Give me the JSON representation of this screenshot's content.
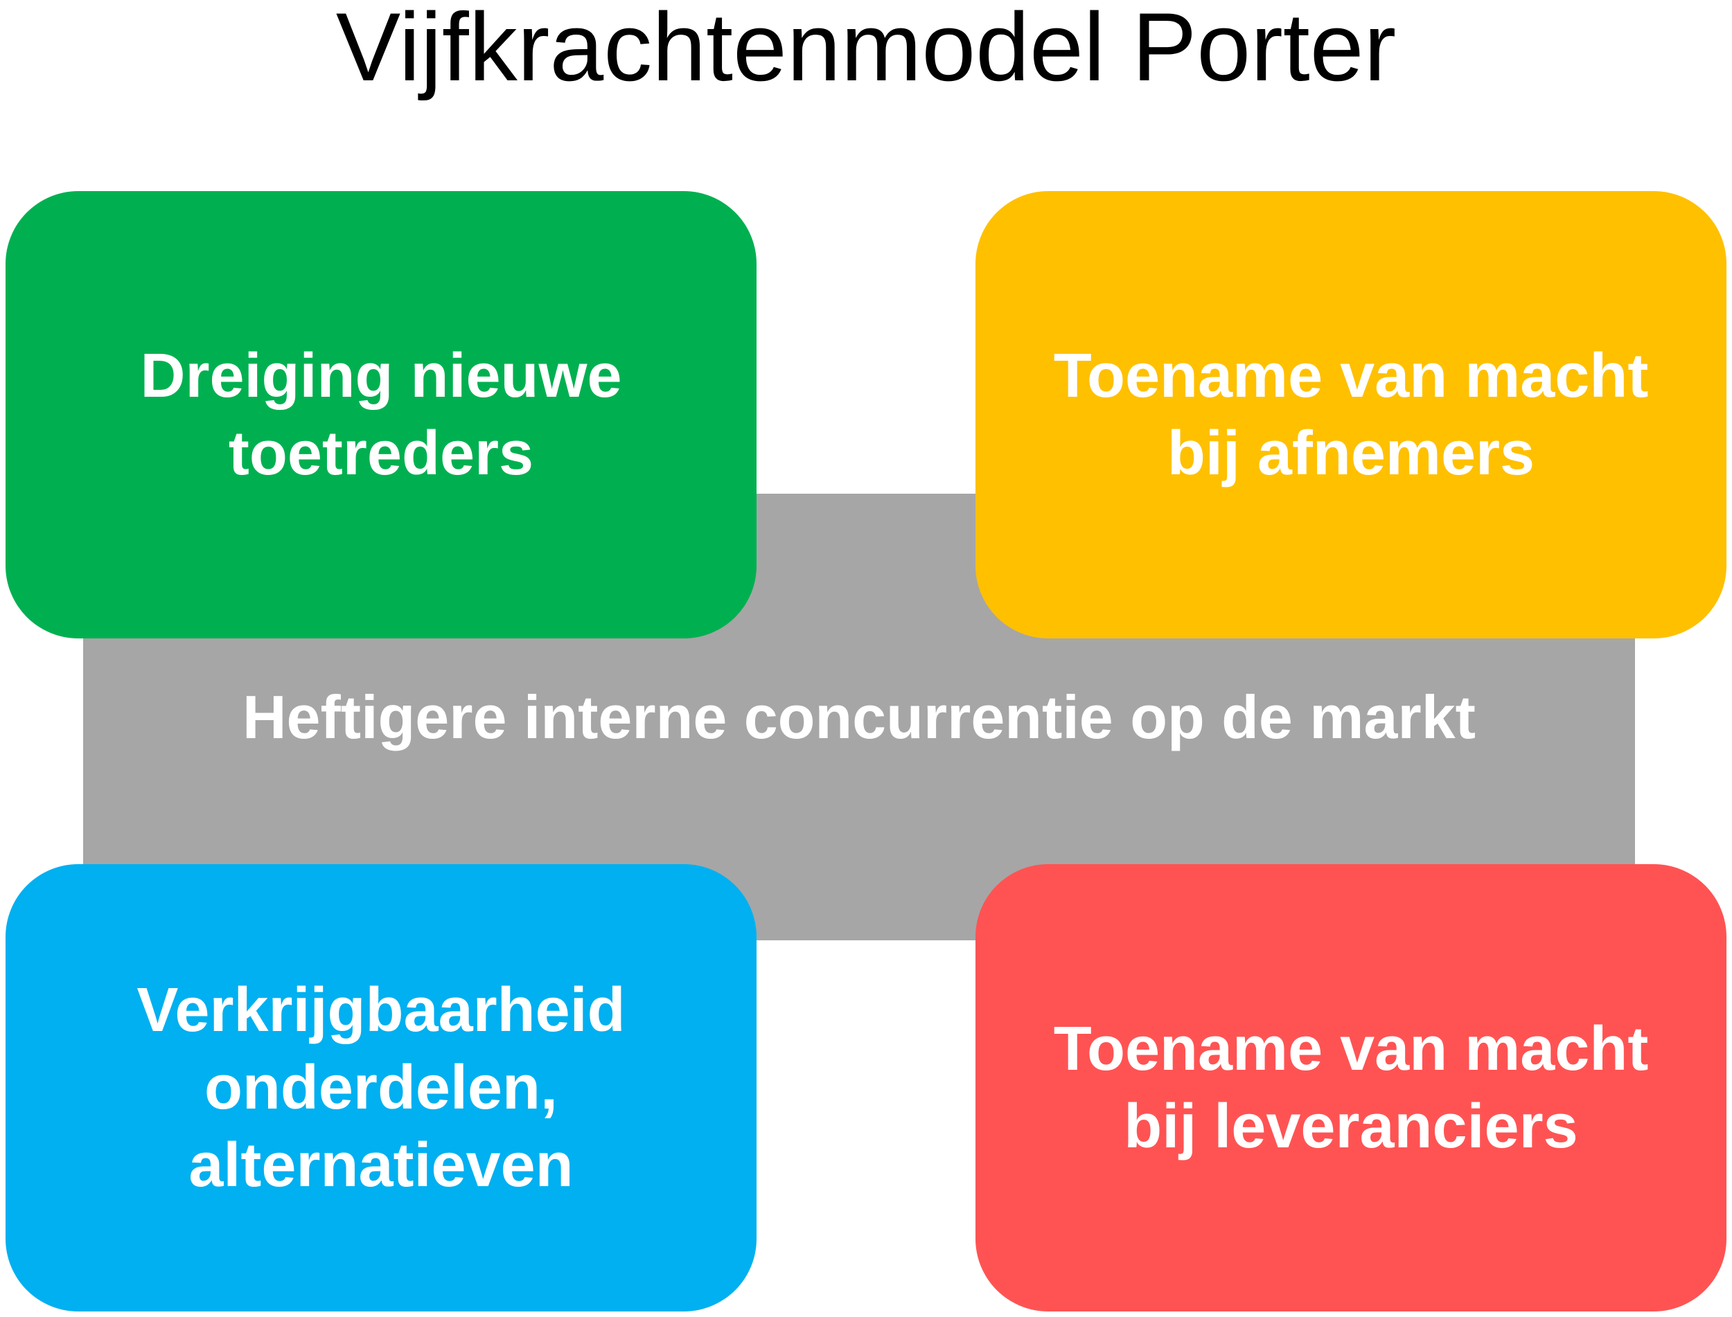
{
  "title": "Vijfkrachtenmodel Porter",
  "center": {
    "label": "Heftigere interne concurrentie op de markt",
    "color": "#A6A6A6"
  },
  "forces": [
    {
      "label": "Dreiging nieuwe\ntoetreders",
      "color": "#00B050"
    },
    {
      "label": "Toename van macht\nbij afnemers",
      "color": "#FFC000"
    },
    {
      "label": "Verkrijgbaarheid\nonderdelen,\nalternatieven",
      "color": "#00B0F0"
    },
    {
      "label": "Toename van macht\nbij leveranciers",
      "color": "#FF5353"
    }
  ]
}
